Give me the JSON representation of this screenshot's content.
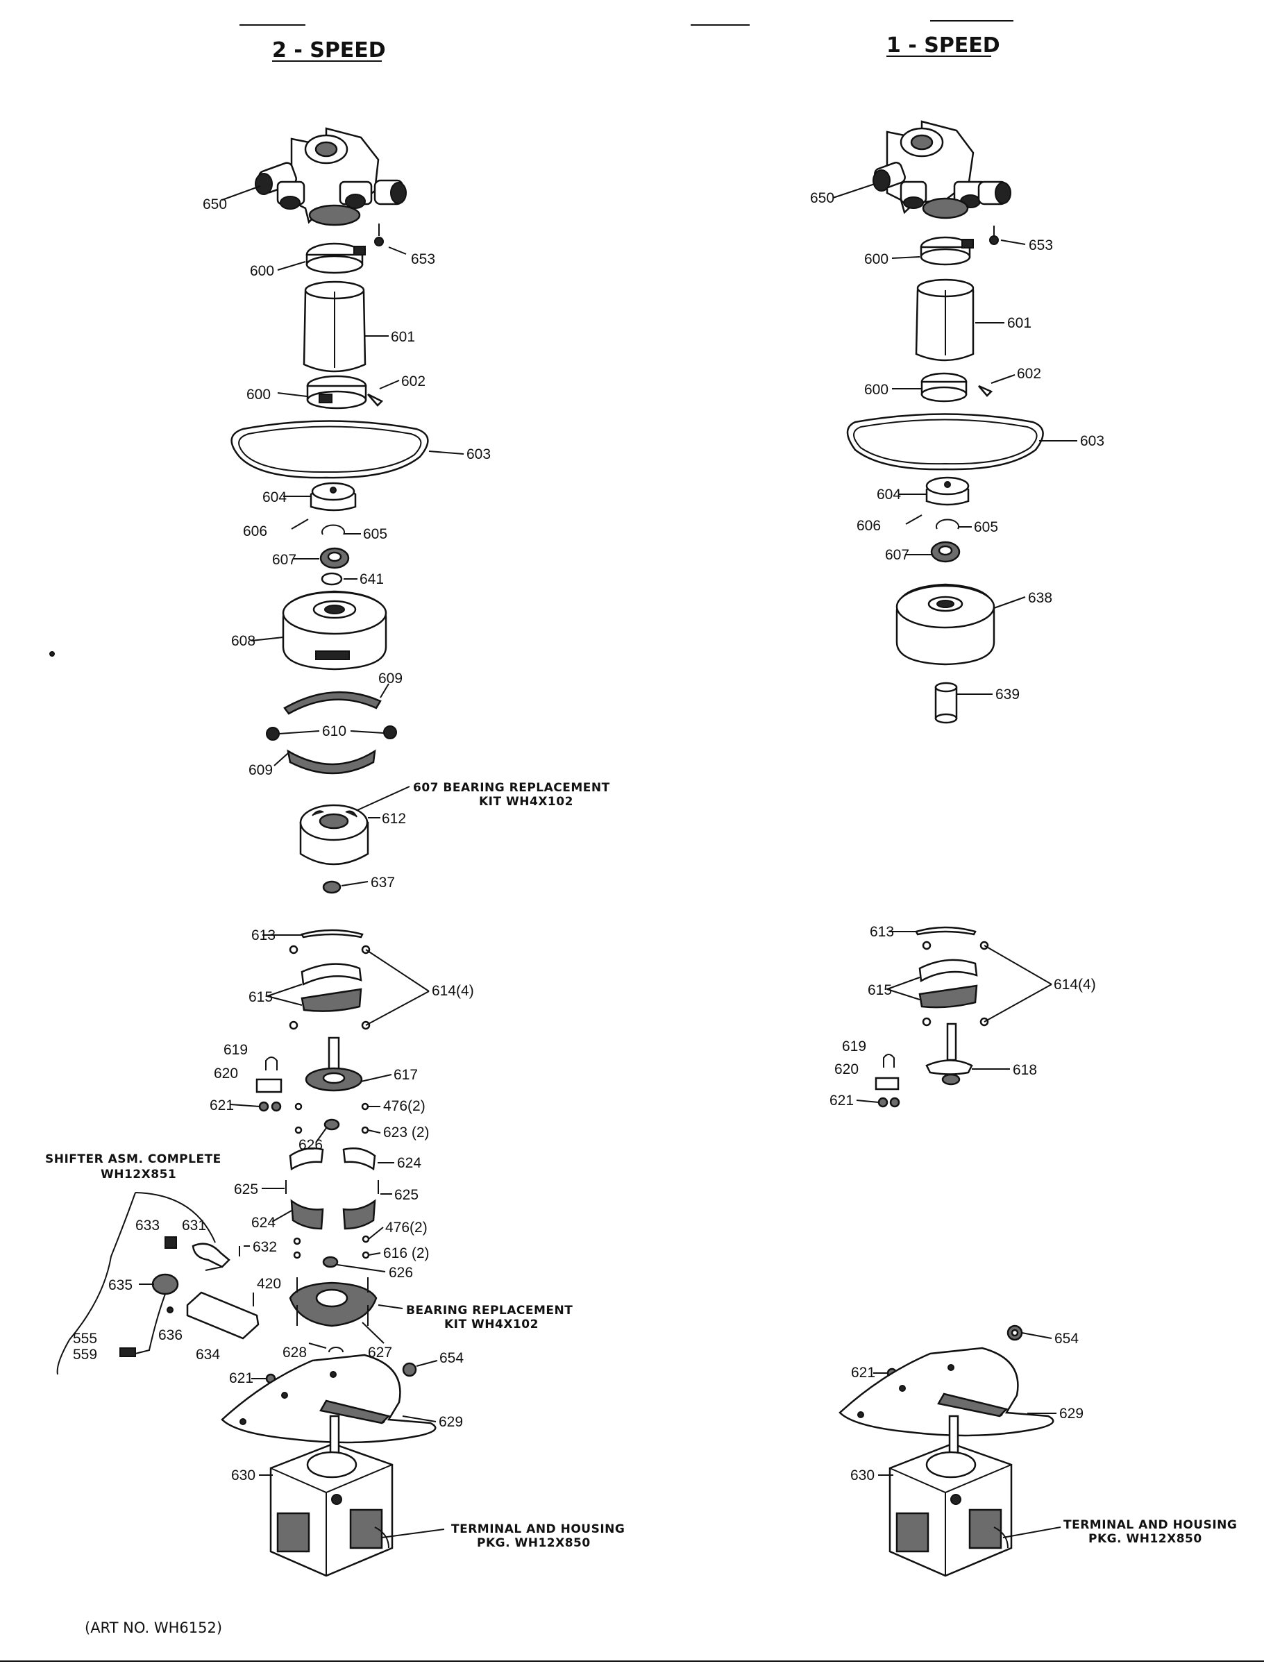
{
  "titles": {
    "left": "2 - SPEED",
    "right": "1 - SPEED"
  },
  "art_no": "(ART NO. WH6152)",
  "left": {
    "notes": {
      "bearing_top_1": "607 BEARING REPLACEMENT",
      "bearing_top_2": "KIT WH4X102",
      "bearing_low_1": "BEARING REPLACEMENT",
      "bearing_low_2": "KIT WH4X102",
      "shifter_1": "SHIFTER ASM. COMPLETE",
      "shifter_2": "WH12X851",
      "terminal_1": "TERMINAL AND HOUSING",
      "terminal_2": "PKG. WH12X850"
    },
    "labels": {
      "l650": "650",
      "l653": "653",
      "l600a": "600",
      "l601": "601",
      "l600b": "600",
      "l602": "602",
      "l603": "603",
      "l604": "604",
      "l606": "606",
      "l605": "605",
      "l607": "607",
      "l641": "641",
      "l608": "608",
      "l609a": "609",
      "l610": "610",
      "l609b": "609",
      "l612": "612",
      "l637": "637",
      "l613": "613",
      "l615": "615",
      "l614": "614(4)",
      "l619": "619",
      "l620": "620",
      "l617": "617",
      "l621a": "621",
      "l476a": "476(2)",
      "l623": "623 (2)",
      "l626a": "626",
      "l624a": "624",
      "l625a": "625",
      "l625b": "625",
      "l624b": "624",
      "l476b": "476(2)",
      "l616": "616 (2)",
      "l633": "633",
      "l631": "631",
      "l632": "632",
      "l626b": "626",
      "l635": "635",
      "l420": "420",
      "l636": "636",
      "l634": "634",
      "l555": "555",
      "l559": "559",
      "l628": "628",
      "l627": "627",
      "l654": "654",
      "l621b": "621",
      "l629": "629",
      "l630": "630"
    }
  },
  "right": {
    "notes": {
      "terminal_1": "TERMINAL AND HOUSING",
      "terminal_2": "PKG. WH12X850"
    },
    "labels": {
      "r650": "650",
      "r653": "653",
      "r600a": "600",
      "r601": "601",
      "r600b": "600",
      "r602": "602",
      "r603": "603",
      "r604": "604",
      "r606": "606",
      "r605": "605",
      "r607": "607",
      "r638": "638",
      "r639": "639",
      "r613": "613",
      "r615": "615",
      "r614": "614(4)",
      "r619": "619",
      "r620": "620",
      "r618": "618",
      "r621a": "621",
      "r654": "654",
      "r621b": "621",
      "r629": "629",
      "r630": "630"
    }
  }
}
